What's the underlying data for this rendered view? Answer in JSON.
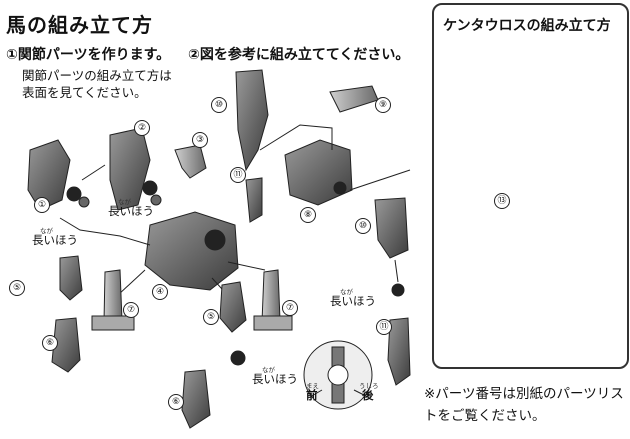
{
  "title": "馬の組み立て方",
  "step1": {
    "heading": "①関節パーツを作ります。",
    "body": "関節パーツの組み立て方は表面を見てください。"
  },
  "step2": {
    "heading": "②図を参考に組み立ててください。"
  },
  "centaur_panel": {
    "title": "ケンタウロスの組み立て方"
  },
  "labels": {
    "long_side": "長いほう",
    "long_side_furigana": "なが",
    "front": "前",
    "back": "後",
    "front_reading": "まえ",
    "back_reading": "うしろ"
  },
  "part_numbers": [
    "①",
    "②",
    "③",
    "④",
    "⑤",
    "⑥",
    "⑦",
    "⑧",
    "⑨",
    "⑩",
    "⑪",
    "⑬"
  ],
  "note": "※パーツ番号は別紙のパーツリストをご覧ください。"
}
